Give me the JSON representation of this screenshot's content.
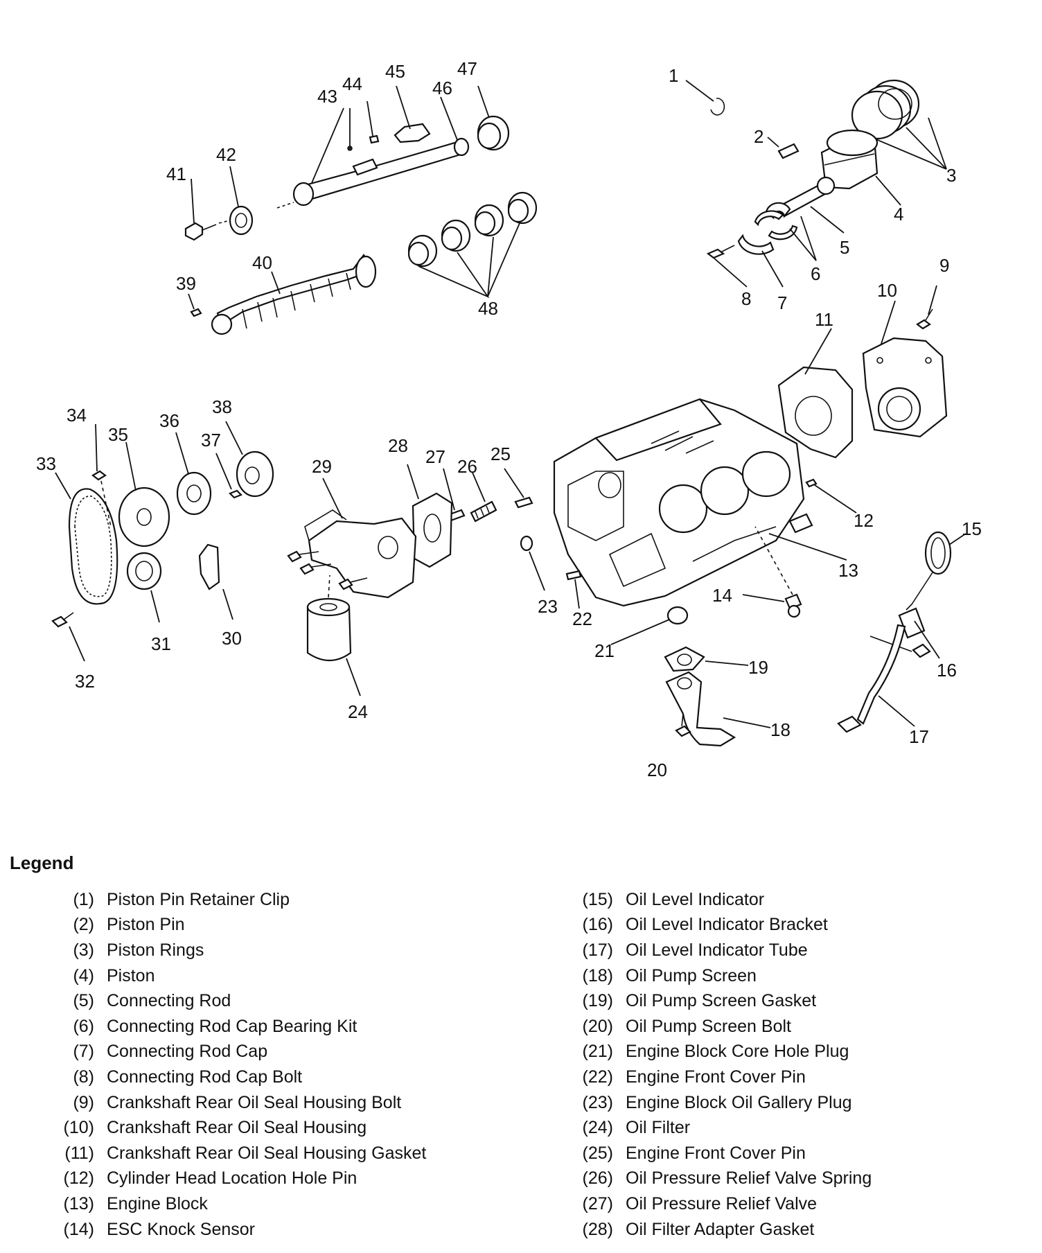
{
  "legend_title": "Legend",
  "callouts": [
    "1",
    "2",
    "3",
    "4",
    "5",
    "6",
    "7",
    "8",
    "9",
    "10",
    "11",
    "12",
    "13",
    "14",
    "15",
    "16",
    "17",
    "18",
    "19",
    "20",
    "21",
    "22",
    "23",
    "24",
    "25",
    "26",
    "27",
    "28",
    "29",
    "30",
    "31",
    "32",
    "33",
    "34",
    "35",
    "36",
    "37",
    "38",
    "39",
    "40",
    "41",
    "42",
    "43",
    "44",
    "45",
    "46",
    "47",
    "48"
  ],
  "legend": {
    "left": [
      {
        "num": "(1)",
        "label": "Piston Pin Retainer Clip"
      },
      {
        "num": "(2)",
        "label": "Piston Pin"
      },
      {
        "num": "(3)",
        "label": "Piston Rings"
      },
      {
        "num": "(4)",
        "label": "Piston"
      },
      {
        "num": "(5)",
        "label": "Connecting Rod"
      },
      {
        "num": "(6)",
        "label": "Connecting Rod Cap Bearing Kit"
      },
      {
        "num": "(7)",
        "label": "Connecting Rod Cap"
      },
      {
        "num": "(8)",
        "label": "Connecting Rod Cap Bolt"
      },
      {
        "num": "(9)",
        "label": "Crankshaft Rear Oil Seal Housing Bolt"
      },
      {
        "num": "(10)",
        "label": "Crankshaft Rear Oil Seal Housing"
      },
      {
        "num": "(11)",
        "label": "Crankshaft Rear Oil Seal Housing Gasket"
      },
      {
        "num": "(12)",
        "label": "Cylinder Head Location Hole Pin"
      },
      {
        "num": "(13)",
        "label": "Engine Block"
      },
      {
        "num": "(14)",
        "label": "ESC Knock Sensor"
      }
    ],
    "right": [
      {
        "num": "(15)",
        "label": "Oil Level Indicator"
      },
      {
        "num": "(16)",
        "label": "Oil Level Indicator Bracket"
      },
      {
        "num": "(17)",
        "label": "Oil Level Indicator Tube"
      },
      {
        "num": "(18)",
        "label": "Oil Pump Screen"
      },
      {
        "num": "(19)",
        "label": "Oil Pump Screen Gasket"
      },
      {
        "num": "(20)",
        "label": "Oil Pump Screen Bolt"
      },
      {
        "num": "(21)",
        "label": "Engine Block Core Hole Plug"
      },
      {
        "num": "(22)",
        "label": "Engine Front Cover Pin"
      },
      {
        "num": "(23)",
        "label": "Engine Block Oil Gallery Plug"
      },
      {
        "num": "(24)",
        "label": "Oil Filter"
      },
      {
        "num": "(25)",
        "label": "Engine Front Cover Pin"
      },
      {
        "num": "(26)",
        "label": "Oil Pressure Relief Valve Spring"
      },
      {
        "num": "(27)",
        "label": "Oil Pressure Relief Valve"
      },
      {
        "num": "(28)",
        "label": "Oil Filter Adapter Gasket"
      }
    ]
  }
}
